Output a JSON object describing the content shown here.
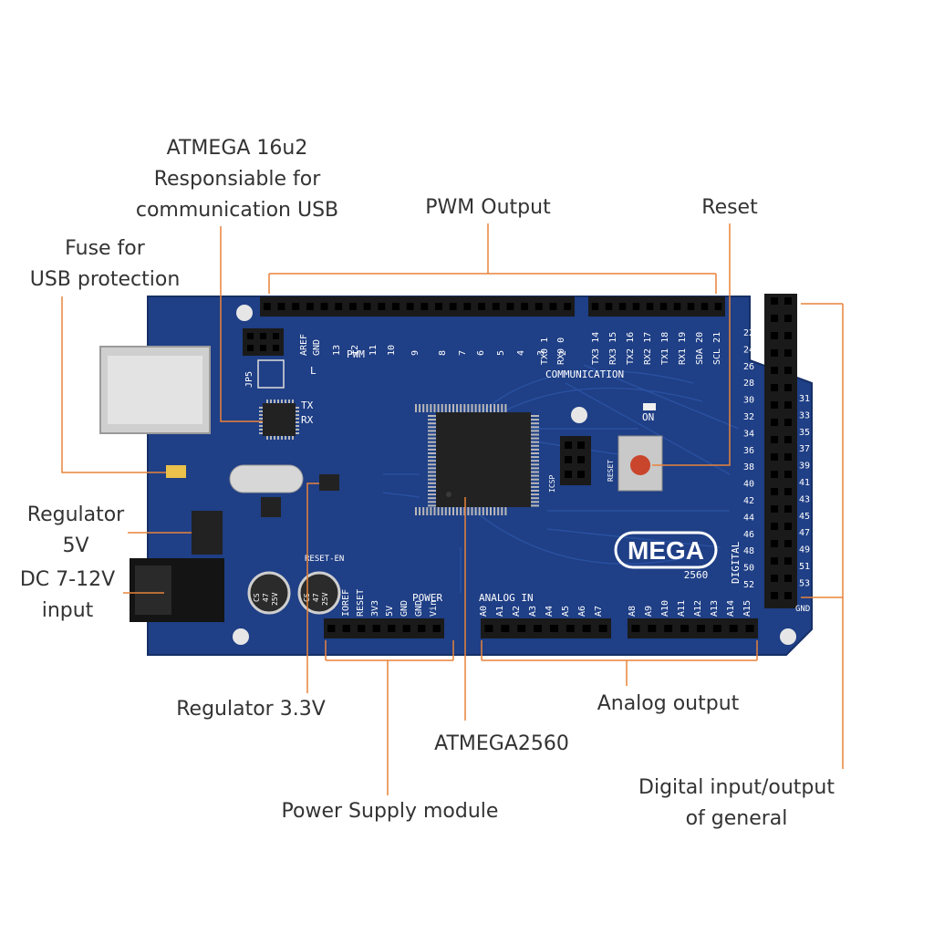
{
  "labels": {
    "atmega16u2": [
      "ATMEGA 16u2",
      "Responsiable for",
      "communication USB"
    ],
    "pwm": "PWM Output",
    "reset": "Reset",
    "fuse": [
      "Fuse for",
      "USB protection"
    ],
    "regulator5v": [
      "Regulator",
      "5V"
    ],
    "dc_input": [
      "DC 7-12V",
      "input"
    ],
    "regulator33": "Regulator 3.3V",
    "atmega2560": "ATMEGA2560",
    "analog": "Analog output",
    "power_supply": "Power Supply module",
    "digital": [
      "Digital input/output",
      "of general"
    ]
  },
  "board": {
    "colors": {
      "pcb": "#1f3f86",
      "pcb_dark": "#163067",
      "header": "#1a1a1a",
      "leader": "#e8833a",
      "usb": "#cfcfcf"
    },
    "logo": "MEGA",
    "model": "2560",
    "top_pins": [
      "AREF",
      "GND",
      "13",
      "12",
      "11",
      "10",
      "9",
      "8",
      "7",
      "6",
      "5",
      "4",
      "3",
      "2",
      "TX0 1",
      "RX0 0",
      "TX3 14",
      "RX3 15",
      "TX2 16",
      "RX2 17",
      "TX1 18",
      "RX1 19",
      "SDA 20",
      "SCL 21"
    ],
    "right_pins_even": [
      "22",
      "24",
      "26",
      "28",
      "30",
      "32",
      "34",
      "36",
      "38",
      "40",
      "42",
      "44",
      "46",
      "48",
      "50",
      "52"
    ],
    "right_pins_odd": [
      "31",
      "33",
      "35",
      "37",
      "39",
      "41",
      "43",
      "45",
      "47",
      "49",
      "51",
      "53"
    ],
    "power_pins": [
      "IOREF",
      "RESET",
      "3V3",
      "5V",
      "GND",
      "GND",
      "Vin"
    ],
    "analog_pins_a": [
      "A0",
      "A1",
      "A2",
      "A3",
      "A4",
      "A5",
      "A6",
      "A7"
    ],
    "analog_pins_b": [
      "A8",
      "A9",
      "A10",
      "A11",
      "A12",
      "A13",
      "A14",
      "A15"
    ],
    "silk": {
      "pwm": "PWM",
      "communication": "COMMUNICATION",
      "digital": "DIGITAL",
      "analog_in": "ANALOG IN",
      "power": "POWER",
      "on": "ON",
      "reset": "RESET",
      "icsp": "ICSP",
      "reset_en": "RESET-EN",
      "tx": "TX",
      "rx": "RX",
      "jp5": "JP5",
      "l": "L",
      "gnd": "GND",
      "five_v": "5V",
      "cap": [
        "CS",
        "47",
        "25V"
      ]
    }
  }
}
